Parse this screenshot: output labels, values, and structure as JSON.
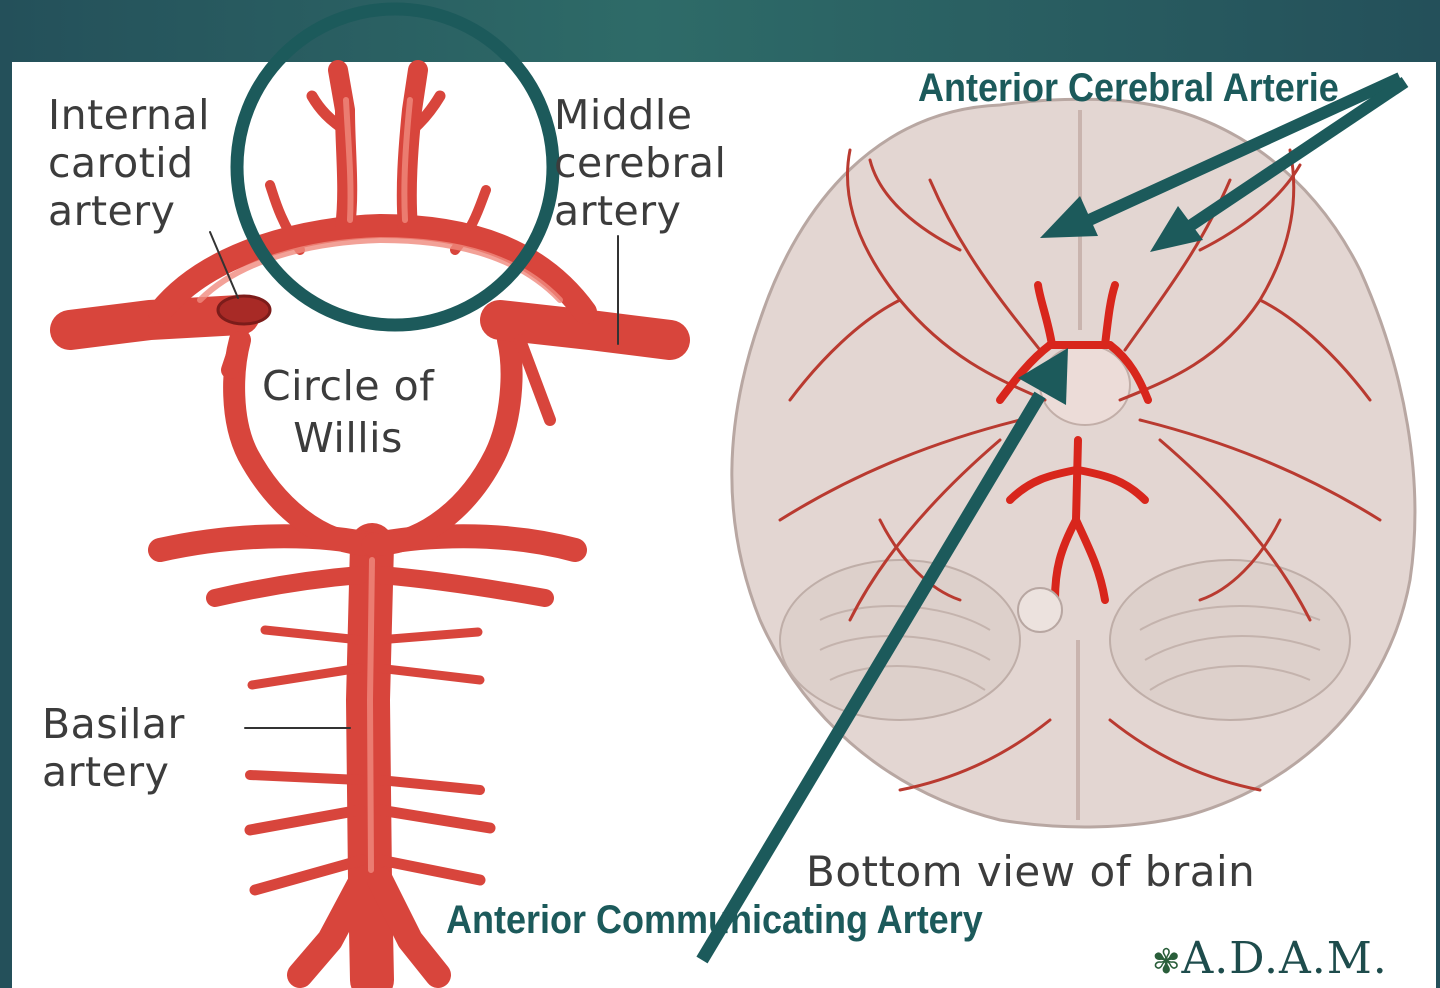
{
  "left_diagram": {
    "internal_carotid": [
      "Internal",
      "carotid",
      "artery"
    ],
    "middle_cerebral": [
      "Middle",
      "cerebral",
      "artery"
    ],
    "circle_of_willis": [
      "Circle of",
      "Willis"
    ],
    "basilar": [
      "Basilar",
      "artery"
    ]
  },
  "right_diagram": {
    "caption": "Bottom view of brain"
  },
  "annotations": {
    "anterior_cerebral": "Anterior Cerebral Arterie",
    "anterior_communicating": "Anterior Communicating Artery"
  },
  "logo": {
    "text": "A.D.A.M."
  },
  "colors": {
    "artery": "#d8453c",
    "artery_highlight": "#f08a7e",
    "annotation": "#1c5a5b",
    "brain": "#e3d6d2",
    "background_gradient": [
      "#24505a",
      "#2e6b68"
    ]
  }
}
